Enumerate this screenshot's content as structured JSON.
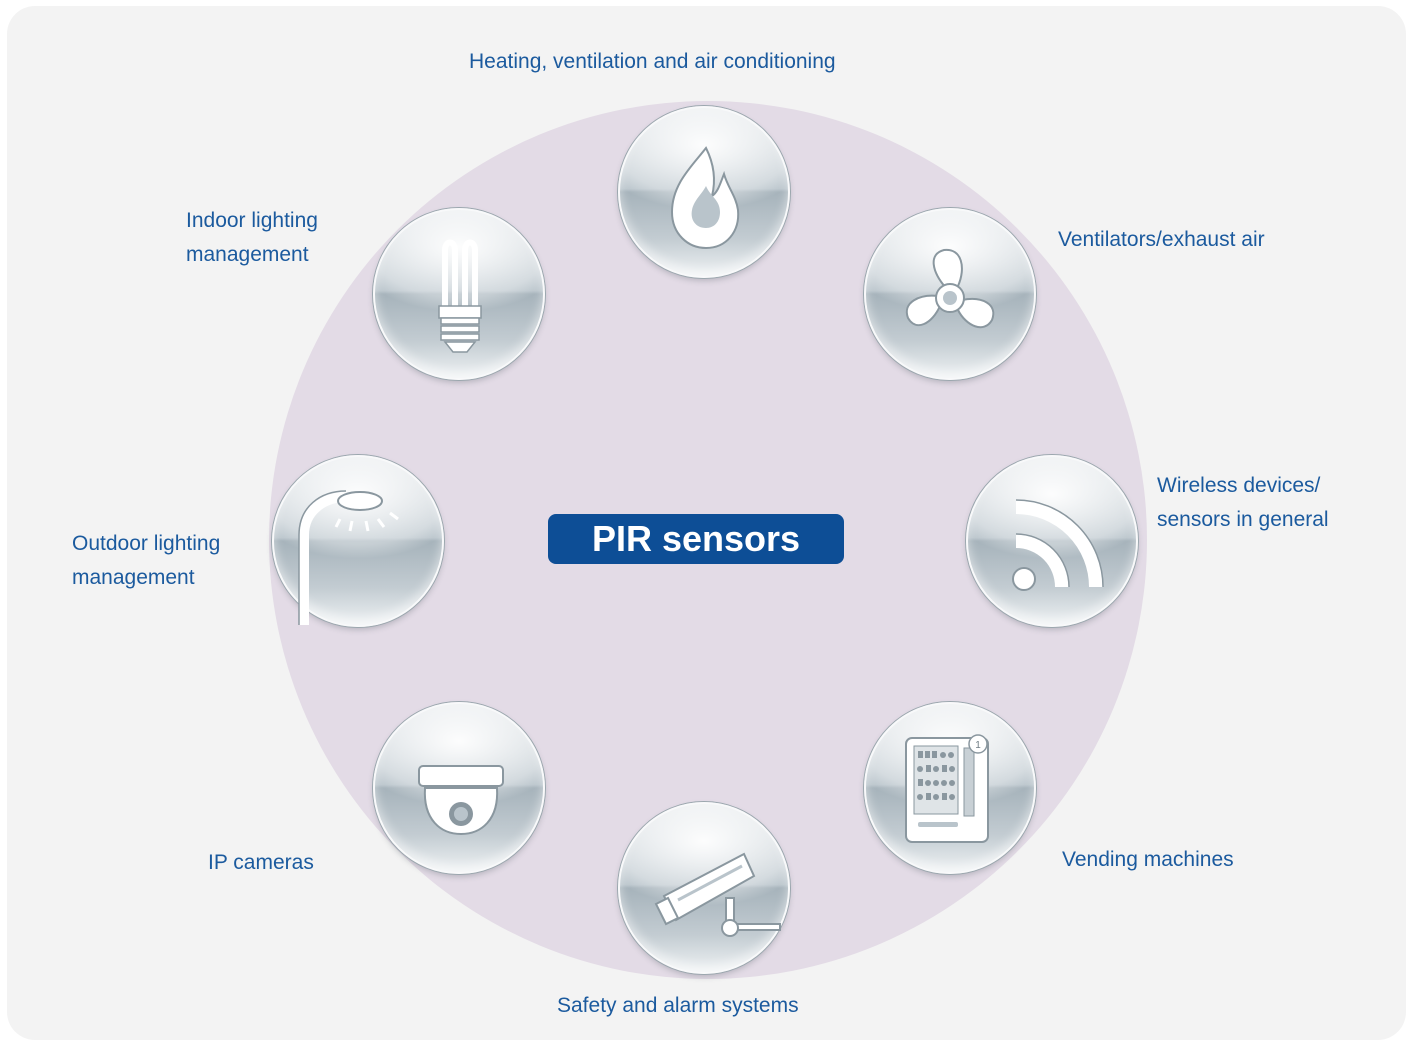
{
  "center": {
    "title": "PIR sensors"
  },
  "applications": [
    {
      "label": "Heating, ventilation and air conditioning",
      "icon": "flame-icon"
    },
    {
      "label": "Ventilators/exhaust air",
      "icon": "fan-icon"
    },
    {
      "label_line1": "Wireless devices/",
      "label_line2": "sensors in general",
      "icon": "wireless-icon"
    },
    {
      "label": "Vending machines",
      "icon": "vending-machine-icon"
    },
    {
      "label": "Safety and alarm systems",
      "icon": "security-camera-icon"
    },
    {
      "label": "IP cameras",
      "icon": "dome-camera-icon"
    },
    {
      "label_line1": "Outdoor lighting",
      "label_line2": "management",
      "icon": "street-lamp-icon"
    },
    {
      "label_line1": "Indoor lighting",
      "label_line2": "management",
      "icon": "light-bulb-icon"
    }
  ],
  "colors": {
    "label": "#1b5a9e",
    "badge": "#0d4e96",
    "circle": "#e3dbe6",
    "panel": "#f3f3f3"
  }
}
